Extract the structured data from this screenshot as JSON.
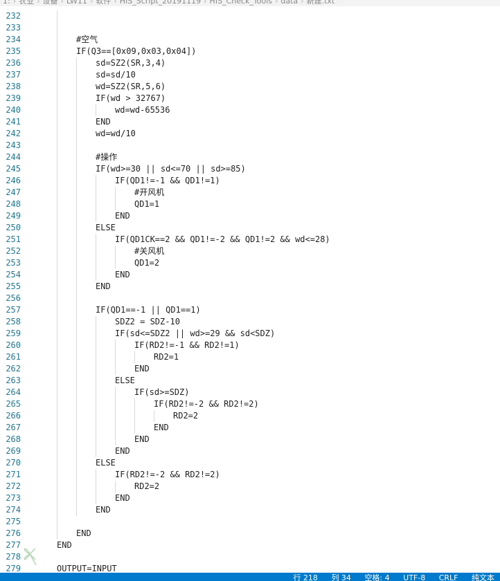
{
  "breadcrumb": [
    "1:",
    "农业",
    "设备",
    "LW11",
    "软件",
    "HIS_Script_20191119",
    "HIS_Check_Tools",
    "data",
    "新建.txt"
  ],
  "editor": {
    "lines": [
      {
        "n": "232",
        "indent": 0,
        "text": ""
      },
      {
        "n": "233",
        "indent": 0,
        "text": ""
      },
      {
        "n": "234",
        "indent": 1,
        "text": "#空气"
      },
      {
        "n": "235",
        "indent": 1,
        "text": "IF(Q3==[0x09,0x03,0x04])"
      },
      {
        "n": "236",
        "indent": 2,
        "text": "sd=SZ2(SR,3,4)"
      },
      {
        "n": "237",
        "indent": 2,
        "text": "sd=sd/10"
      },
      {
        "n": "238",
        "indent": 2,
        "text": "wd=SZ2(SR,5,6)"
      },
      {
        "n": "239",
        "indent": 2,
        "text": "IF(wd > 32767)"
      },
      {
        "n": "240",
        "indent": 3,
        "text": "wd=wd-65536"
      },
      {
        "n": "241",
        "indent": 2,
        "text": "END"
      },
      {
        "n": "242",
        "indent": 2,
        "text": "wd=wd/10"
      },
      {
        "n": "243",
        "indent": 0,
        "text": ""
      },
      {
        "n": "244",
        "indent": 2,
        "text": "#操作"
      },
      {
        "n": "245",
        "indent": 2,
        "text": "IF(wd>=30 || sd<=70 || sd>=85)"
      },
      {
        "n": "246",
        "indent": 3,
        "text": "IF(QD1!=-1 && QD1!=1)"
      },
      {
        "n": "247",
        "indent": 4,
        "text": "#开风机"
      },
      {
        "n": "248",
        "indent": 4,
        "text": "QD1=1"
      },
      {
        "n": "249",
        "indent": 3,
        "text": "END"
      },
      {
        "n": "250",
        "indent": 2,
        "text": "ELSE"
      },
      {
        "n": "251",
        "indent": 3,
        "text": "IF(QD1CK==2 && QD1!=-2 && QD1!=2 && wd<=28)"
      },
      {
        "n": "252",
        "indent": 4,
        "text": "#关风机"
      },
      {
        "n": "253",
        "indent": 4,
        "text": "QD1=2"
      },
      {
        "n": "254",
        "indent": 3,
        "text": "END"
      },
      {
        "n": "255",
        "indent": 2,
        "text": "END"
      },
      {
        "n": "256",
        "indent": 0,
        "text": ""
      },
      {
        "n": "257",
        "indent": 2,
        "text": "IF(QD1==-1 || QD1==1)"
      },
      {
        "n": "258",
        "indent": 3,
        "text": "SDZ2 = SDZ-10"
      },
      {
        "n": "259",
        "indent": 3,
        "text": "IF(sd<=SDZ2 || wd>=29 && sd<SDZ)"
      },
      {
        "n": "260",
        "indent": 4,
        "text": "IF(RD2!=-1 && RD2!=1)"
      },
      {
        "n": "261",
        "indent": 5,
        "text": "RD2=1"
      },
      {
        "n": "262",
        "indent": 4,
        "text": "END"
      },
      {
        "n": "263",
        "indent": 3,
        "text": "ELSE"
      },
      {
        "n": "264",
        "indent": 4,
        "text": "IF(sd>=SDZ)"
      },
      {
        "n": "265",
        "indent": 5,
        "text": "IF(RD2!=-2 && RD2!=2)"
      },
      {
        "n": "266",
        "indent": 6,
        "text": "RD2=2"
      },
      {
        "n": "267",
        "indent": 5,
        "text": "END"
      },
      {
        "n": "268",
        "indent": 4,
        "text": "END"
      },
      {
        "n": "269",
        "indent": 3,
        "text": "END"
      },
      {
        "n": "270",
        "indent": 2,
        "text": "ELSE"
      },
      {
        "n": "271",
        "indent": 3,
        "text": "IF(RD2!=-2 && RD2!=2)"
      },
      {
        "n": "272",
        "indent": 4,
        "text": "RD2=2"
      },
      {
        "n": "273",
        "indent": 3,
        "text": "END"
      },
      {
        "n": "274",
        "indent": 2,
        "text": "END"
      },
      {
        "n": "275",
        "indent": 0,
        "text": ""
      },
      {
        "n": "276",
        "indent": 1,
        "text": "END"
      },
      {
        "n": "277",
        "indent": 0,
        "text": "END"
      },
      {
        "n": "278",
        "indent": 0,
        "text": ""
      },
      {
        "n": "279",
        "indent": 0,
        "text": "OUTPUT=INPUT"
      }
    ]
  },
  "status_bar": {
    "line_col": "行 218",
    "column": "列 34",
    "spaces": "空格: 4",
    "encoding": "UTF-8",
    "eol": "CRLF",
    "language": "纯文本"
  },
  "colors": {
    "status_bar_bg": "#007acc",
    "line_number": "#237893",
    "indent_guide": "#d9d9d9"
  },
  "icons": {
    "watermark": "clover-logo-icon"
  }
}
